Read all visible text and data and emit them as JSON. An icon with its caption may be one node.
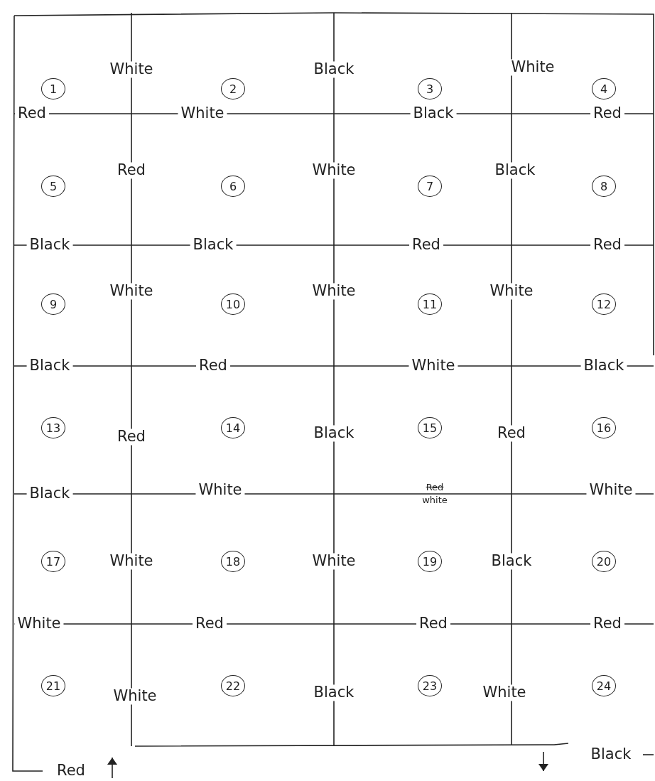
{
  "diagram": {
    "nodes": [
      {
        "text": [
          "1"
        ]
      },
      {
        "text": [
          "2"
        ]
      },
      {
        "text": [
          "3"
        ]
      },
      {
        "text": [
          "4"
        ]
      },
      {
        "text": [
          "5"
        ]
      },
      {
        "text": [
          "6"
        ]
      },
      {
        "text": [
          "7"
        ]
      },
      {
        "text": [
          "8"
        ]
      },
      {
        "text": [
          "9"
        ]
      },
      {
        "text": [
          "10"
        ]
      },
      {
        "text": [
          "11"
        ]
      },
      {
        "text": [
          "12"
        ]
      },
      {
        "text": [
          "13"
        ]
      },
      {
        "text": [
          "14"
        ]
      },
      {
        "text": [
          "15"
        ]
      },
      {
        "text": [
          "16"
        ]
      },
      {
        "text": [
          "17"
        ]
      },
      {
        "text": [
          "18"
        ]
      },
      {
        "text": [
          "19"
        ]
      },
      {
        "text": [
          "20"
        ]
      },
      {
        "text": [
          "21"
        ]
      },
      {
        "text": [
          "22"
        ]
      },
      {
        "text": [
          "23"
        ]
      },
      {
        "text": [
          "24"
        ]
      }
    ],
    "labels": [
      "White",
      "Black",
      "White",
      "Red",
      "White",
      "Black",
      "Red",
      "Red",
      "White",
      "Black",
      "Black",
      "Black",
      "Red",
      "Red",
      "White",
      "White",
      "White",
      "Black",
      "Red",
      "White",
      "Black",
      "Red",
      "Black",
      "Red",
      "Black",
      "White",
      "Red",
      "white",
      "White",
      "White",
      "White",
      "Black",
      "White",
      "Red",
      "Red",
      "Red",
      "White",
      "Black",
      "White",
      "Red",
      "Black"
    ]
  }
}
